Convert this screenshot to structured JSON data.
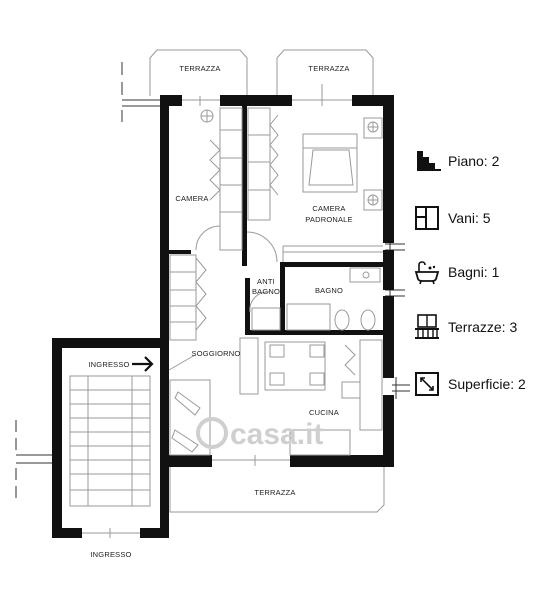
{
  "rooms": {
    "terrazza_left": "TERRAZZA",
    "terrazza_right": "TERRAZZA",
    "camera": "CAMERA",
    "camera_padronale_1": "CAMERA",
    "camera_padronale_2": "PADRONALE",
    "anti_bagno_1": "ANTI",
    "anti_bagno_2": "BAGNO",
    "bagno": "BAGNO",
    "soggiorno": "SOGGIORNO",
    "ingresso_side": "INGRESSO",
    "cucina": "CUCINA",
    "terrazza_bottom": "TERRAZZA",
    "ingresso_bottom": "INGRESSO"
  },
  "watermark": "casa.it",
  "legend": [
    {
      "icon": "stairs-icon",
      "label": "Piano: 2"
    },
    {
      "icon": "rooms-icon",
      "label": "Vani: 5"
    },
    {
      "icon": "bathtub-icon",
      "label": "Bagni: 1"
    },
    {
      "icon": "terrace-icon",
      "label": "Terrazze: 3"
    },
    {
      "icon": "area-icon",
      "label": "Superficie: 2"
    }
  ],
  "colors": {
    "wall": "#111111",
    "line": "#9a9a9a",
    "watermark": "#cfcfcf"
  }
}
